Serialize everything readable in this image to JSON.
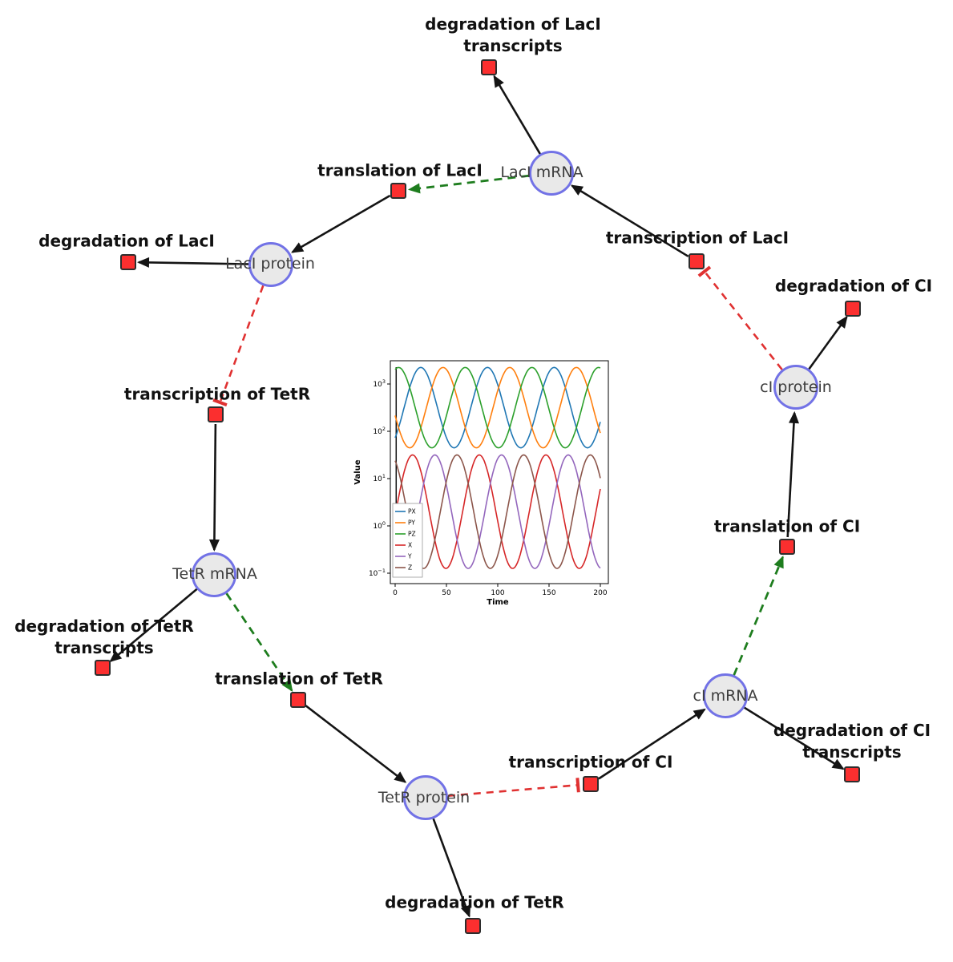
{
  "diagram": {
    "title": "repressilator reaction network",
    "species": [
      {
        "id": "laci-mrna",
        "label": "LacI mRNA"
      },
      {
        "id": "laci-protein",
        "label": "LacI protein"
      },
      {
        "id": "tetr-mrna",
        "label": "TetR mRNA"
      },
      {
        "id": "tetr-protein",
        "label": "TetR protein"
      },
      {
        "id": "ci-mrna",
        "label": "cI mRNA"
      },
      {
        "id": "ci-protein",
        "label": "cI protein"
      }
    ],
    "reactions": [
      {
        "id": "degradation-of-laci-transcripts",
        "line1": "degradation of LacI",
        "line2": "transcripts"
      },
      {
        "id": "translation-of-laci",
        "line1": "translation of LacI"
      },
      {
        "id": "transcription-of-laci",
        "line1": "transcription of LacI"
      },
      {
        "id": "degradation-of-laci",
        "line1": "degradation of LacI"
      },
      {
        "id": "degradation-of-ci",
        "line1": "degradation of CI"
      },
      {
        "id": "transcription-of-tetr",
        "line1": "transcription of TetR"
      },
      {
        "id": "translation-of-ci",
        "line1": "translation of CI"
      },
      {
        "id": "degradation-of-tetr-transcripts",
        "line1": "degradation of TetR",
        "line2": "transcripts"
      },
      {
        "id": "translation-of-tetr",
        "line1": "translation of TetR"
      },
      {
        "id": "transcription-of-ci",
        "line1": "transcription of CI"
      },
      {
        "id": "degradation-of-ci-transcripts",
        "line1": "degradation of CI",
        "line2": "transcripts"
      },
      {
        "id": "degradation-of-tetr",
        "line1": "degradation of TetR"
      }
    ],
    "colors": {
      "species_fill": "#e9e9e9",
      "species_border": "#7272e6",
      "reaction_fill": "#fb2f2f",
      "reaction_border": "#2d2d2d",
      "production_edge": "#141414",
      "modifier_edge": "#1e7d1e",
      "inhibition_edge": "#e03131"
    }
  },
  "chart_data": {
    "type": "line",
    "title": "",
    "xlabel": "Time",
    "ylabel": "Value",
    "x_range": [
      0,
      200
    ],
    "y_scale": "log",
    "y_range_exponents": [
      -1,
      3
    ],
    "xticks": [
      0,
      50,
      100,
      150,
      200
    ],
    "yticks_exponents": [
      -1,
      0,
      1,
      2,
      3
    ],
    "grid": false,
    "legend_position": "lower left",
    "period": 65,
    "series": [
      {
        "name": "PX",
        "color": "#1f77b4",
        "center_log10": 2.5,
        "amp_log10": 0.85,
        "peak_t": 25.0
      },
      {
        "name": "PY",
        "color": "#ff7f0e",
        "center_log10": 2.5,
        "amp_log10": 0.85,
        "peak_t": 46.7
      },
      {
        "name": "PZ",
        "color": "#2ca02c",
        "center_log10": 2.5,
        "amp_log10": 0.85,
        "peak_t": 68.3
      },
      {
        "name": "X",
        "color": "#d62728",
        "center_log10": 0.3,
        "amp_log10": 1.2,
        "peak_t": 17.0
      },
      {
        "name": "Y",
        "color": "#9467bd",
        "center_log10": 0.3,
        "amp_log10": 1.2,
        "peak_t": 38.7
      },
      {
        "name": "Z",
        "color": "#8c564b",
        "center_log10": 0.3,
        "amp_log10": 1.2,
        "peak_t": 60.3
      }
    ]
  }
}
